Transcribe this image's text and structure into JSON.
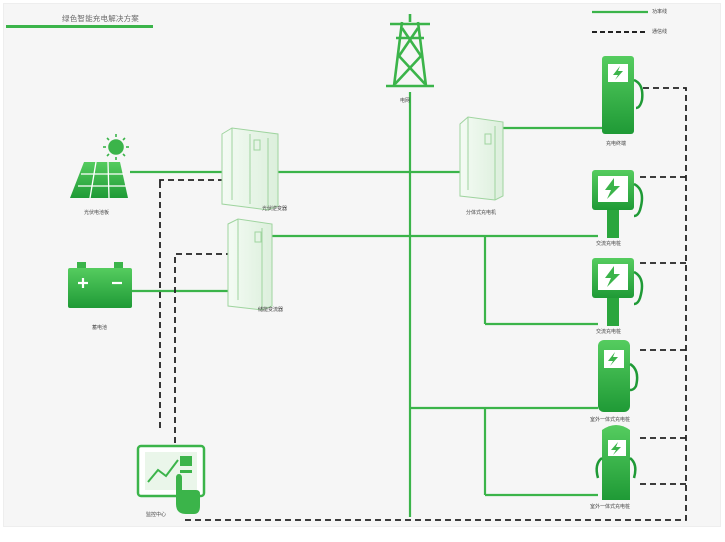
{
  "title": "绿色智能充电解决方案",
  "legend": {
    "power_line": "功率线",
    "comm_line": "通信线"
  },
  "nodes": {
    "grid": "电网",
    "pv_panel": "光伏电池板",
    "pv_inverter": "光伏逆变器",
    "battery": "蓄电池",
    "storage_converter": "储能变流器",
    "monitor_center": "监控中心",
    "split_charger": "分体式充电机",
    "charge_terminal": "充电终端",
    "ac_pile_1": "交流充电桩",
    "ac_pile_2": "交流充电桩",
    "outdoor_pile_1": "室外一体式充电桩",
    "outdoor_pile_2": "室外一体式充电桩"
  },
  "colors": {
    "green": "#3bb44a",
    "dark": "#222222"
  }
}
